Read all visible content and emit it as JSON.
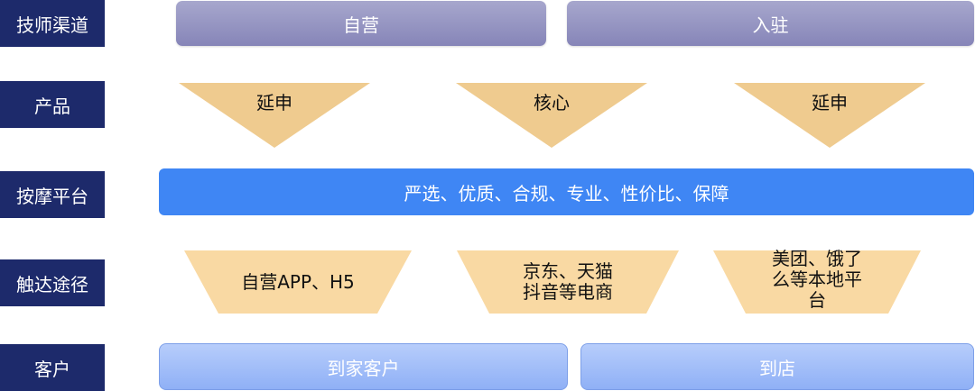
{
  "row_labels": {
    "channel": "技师渠道",
    "product": "产品",
    "platform": "按摩平台",
    "reach": "触达途径",
    "customer": "客户"
  },
  "channels": [
    {
      "label": "自营"
    },
    {
      "label": "入驻"
    }
  ],
  "products": [
    {
      "label": "延申"
    },
    {
      "label": "核心"
    },
    {
      "label": "延申"
    }
  ],
  "platform": {
    "label": "严选、优质、合规、专业、性价比、保障"
  },
  "reach": [
    {
      "label": "自营APP、H5"
    },
    {
      "line1": "京东、天猫",
      "line2": "抖音等电商"
    },
    {
      "line1": "美团、饿了",
      "line2": "么等本地平",
      "line3": "台"
    }
  ],
  "customers": [
    {
      "label": "到家客户"
    },
    {
      "label": "到店"
    }
  ],
  "colors": {
    "row_label_bg": "#1d2a6b",
    "channel_bg": "#9b9ac6",
    "product_fill": "#efcb8f",
    "platform_bg": "#3f86f4",
    "reach_fill": "#f9d9a3",
    "customer_bg": "#a4bff8"
  }
}
